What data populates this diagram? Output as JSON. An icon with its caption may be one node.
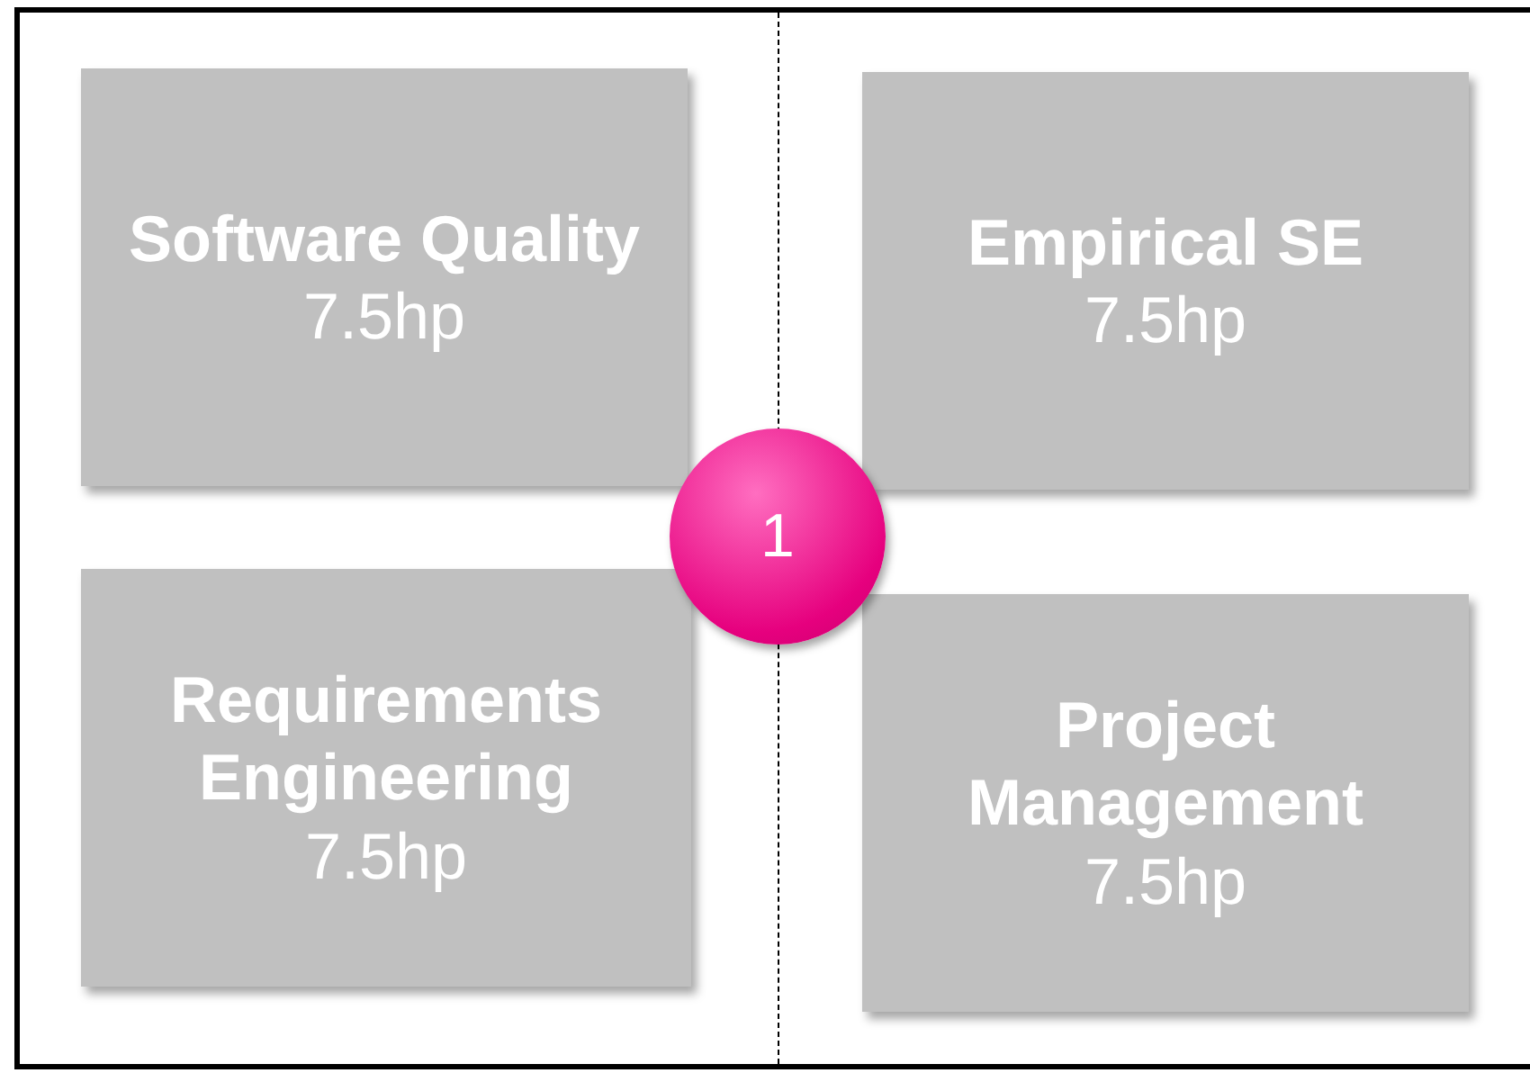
{
  "diagram": {
    "nodes": [
      {
        "text": [
          "Software Quality",
          "7.5hp"
        ]
      },
      {
        "text": [
          "Empirical SE",
          "7.5hp"
        ]
      },
      {
        "text": [
          "Requirements Engineering",
          "7.5hp"
        ]
      },
      {
        "text": [
          "Project Management",
          "7.5hp"
        ]
      },
      {
        "text": [
          "1"
        ]
      }
    ]
  }
}
